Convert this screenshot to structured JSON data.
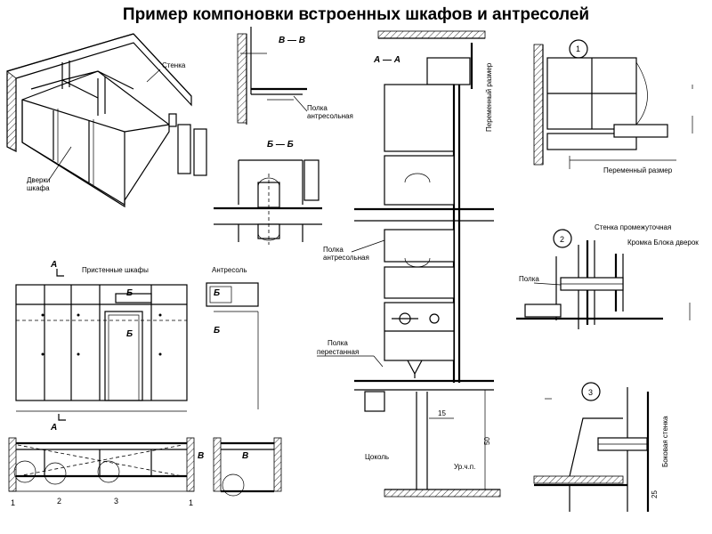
{
  "title": "Пример компоновки встроенных шкафов и антресолей",
  "labels": {
    "wall": "Стенка",
    "doors": [
      "Дверки",
      "шкафа"
    ],
    "wall_cabinets": "Пристенные шкафы",
    "mezzanine": "Антресоль",
    "section_vv": "В — В",
    "section_bb": "Б — Б",
    "section_aa": "А — А",
    "shelf_mezz": [
      "Полка",
      "антресольная"
    ],
    "shelf_mezz2": [
      "Полка",
      "антресольная"
    ],
    "shelf_partition": [
      "Полка",
      "перестанная"
    ],
    "variable_size": "Переменный размер",
    "variable_size2": "Переменный размер",
    "partition_wall": "Стенка промежуточная",
    "door_edge": "Кромка Блока дверок",
    "shelf": "Полка",
    "side_wall": "Боковая стенка",
    "plinth": "Цоколь",
    "floor_level": "Ур.ч.п.",
    "dim_15": "15",
    "dim_50": "50",
    "dim_25": "25",
    "callout_1": "1",
    "callout_2": "2",
    "callout_3": "3",
    "letter_a": "А",
    "letter_b": "Б",
    "letter_v": "В"
  }
}
